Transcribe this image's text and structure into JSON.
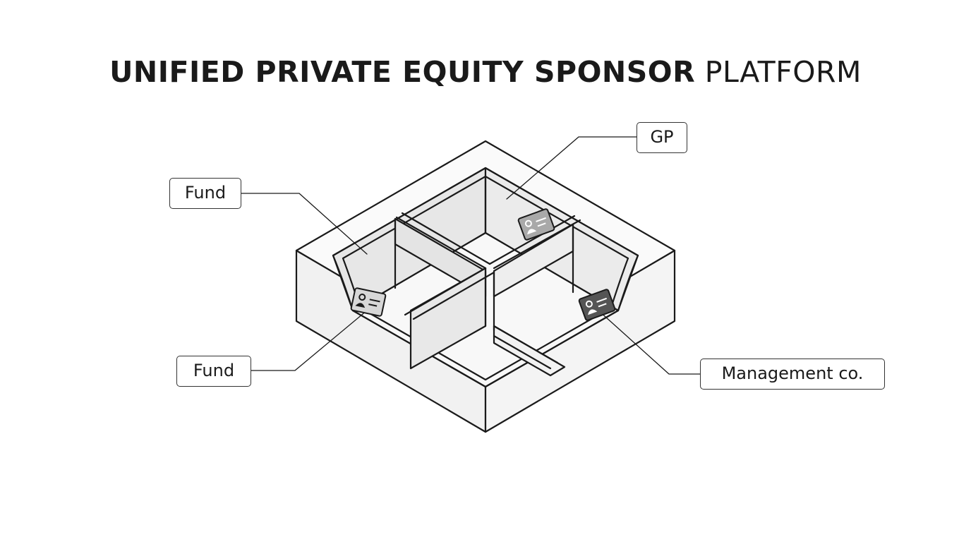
{
  "title": {
    "bold": "UNIFIED PRIVATE EQUITY SPONSOR",
    "light": "PLATFORM"
  },
  "labels": {
    "fund_top": "Fund",
    "gp": "GP",
    "fund_bottom": "Fund",
    "management": "Management co."
  },
  "colors": {
    "stroke": "#1a1a1a",
    "wall_fill": "#e6e6e6",
    "floor_fill": "#f7f7f7",
    "rim_fill": "#f9f9f9",
    "card_light": "#d7d7d7",
    "card_mid": "#a9a9a9",
    "card_dark": "#555555"
  },
  "icons": [
    "id-card-icon",
    "id-card-icon",
    "id-card-icon"
  ]
}
